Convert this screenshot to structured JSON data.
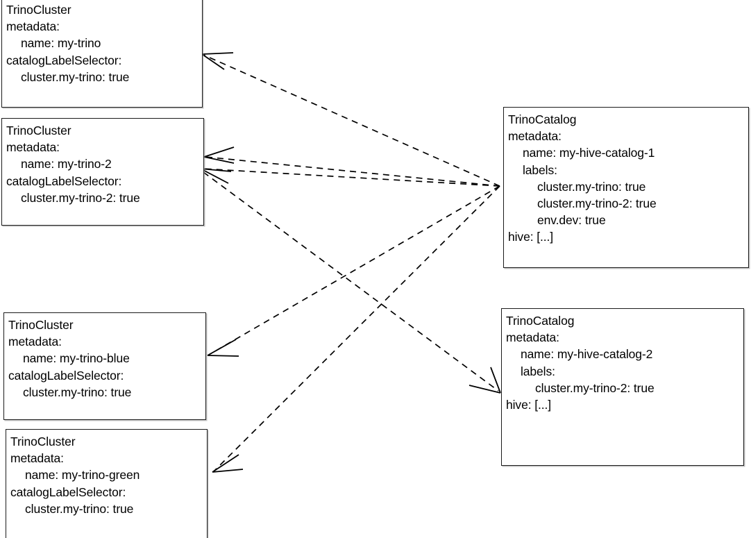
{
  "diagram": {
    "title": "TrinoCluster to TrinoCatalog label selector matching",
    "background": "#ffffff",
    "stroke": "#000000"
  },
  "nodes": [
    {
      "id": "cluster-my-trino",
      "kind": "TrinoCluster",
      "lines": [
        {
          "text": "TrinoCluster",
          "indent": 0
        },
        {
          "text": "metadata:",
          "indent": 0
        },
        {
          "text": "name: my-trino",
          "indent": 1
        },
        {
          "text": "catalogLabelSelector:",
          "indent": 0
        },
        {
          "text": "cluster.my-trino: true",
          "indent": 1
        }
      ]
    },
    {
      "id": "cluster-my-trino-2",
      "kind": "TrinoCluster",
      "lines": [
        {
          "text": "TrinoCluster",
          "indent": 0
        },
        {
          "text": "metadata:",
          "indent": 0
        },
        {
          "text": "name: my-trino-2",
          "indent": 1
        },
        {
          "text": "catalogLabelSelector:",
          "indent": 0
        },
        {
          "text": "cluster.my-trino-2: true",
          "indent": 1
        }
      ]
    },
    {
      "id": "cluster-my-trino-blue",
      "kind": "TrinoCluster",
      "lines": [
        {
          "text": "TrinoCluster",
          "indent": 0
        },
        {
          "text": "metadata:",
          "indent": 0
        },
        {
          "text": "name: my-trino-blue",
          "indent": 1
        },
        {
          "text": "catalogLabelSelector:",
          "indent": 0
        },
        {
          "text": "cluster.my-trino: true",
          "indent": 1
        }
      ]
    },
    {
      "id": "cluster-my-trino-green",
      "kind": "TrinoCluster",
      "lines": [
        {
          "text": "TrinoCluster",
          "indent": 0
        },
        {
          "text": "metadata:",
          "indent": 0
        },
        {
          "text": "name: my-trino-green",
          "indent": 1
        },
        {
          "text": "catalogLabelSelector:",
          "indent": 0
        },
        {
          "text": "cluster.my-trino: true",
          "indent": 1
        }
      ]
    },
    {
      "id": "catalog-my-hive-catalog-1",
      "kind": "TrinoCatalog",
      "lines": [
        {
          "text": "TrinoCatalog",
          "indent": 0
        },
        {
          "text": "metadata:",
          "indent": 0
        },
        {
          "text": "name: my-hive-catalog-1",
          "indent": 1
        },
        {
          "text": "labels:",
          "indent": 1
        },
        {
          "text": "cluster.my-trino: true",
          "indent": 2
        },
        {
          "text": "cluster.my-trino-2: true",
          "indent": 2
        },
        {
          "text": "env.dev: true",
          "indent": 2
        },
        {
          "text": "hive: [...]",
          "indent": 0
        }
      ]
    },
    {
      "id": "catalog-my-hive-catalog-2",
      "kind": "TrinoCatalog",
      "lines": [
        {
          "text": "TrinoCatalog",
          "indent": 0
        },
        {
          "text": "metadata:",
          "indent": 0
        },
        {
          "text": "name: my-hive-catalog-2",
          "indent": 1
        },
        {
          "text": "labels:",
          "indent": 1
        },
        {
          "text": "cluster.my-trino-2: true",
          "indent": 2
        },
        {
          "text": "hive: [...]",
          "indent": 0
        }
      ]
    }
  ],
  "edges": [
    {
      "id": "edge-catalog1-to-my-trino",
      "from": "catalog-my-hive-catalog-1",
      "to": "cluster-my-trino"
    },
    {
      "id": "edge-catalog1-to-my-trino-2",
      "from": "catalog-my-hive-catalog-1",
      "to": "cluster-my-trino-2"
    },
    {
      "id": "edge-catalog1-to-my-trino-blue",
      "from": "catalog-my-hive-catalog-1",
      "to": "cluster-my-trino-blue"
    },
    {
      "id": "edge-catalog1-to-my-trino-green",
      "from": "catalog-my-hive-catalog-1",
      "to": "cluster-my-trino-green"
    },
    {
      "id": "edge-my-trino-2-to-catalog1",
      "from": "cluster-my-trino-2",
      "to": "catalog-my-hive-catalog-1"
    },
    {
      "id": "edge-my-trino-2-to-catalog2",
      "from": "cluster-my-trino-2",
      "to": "catalog-my-hive-catalog-2"
    }
  ]
}
